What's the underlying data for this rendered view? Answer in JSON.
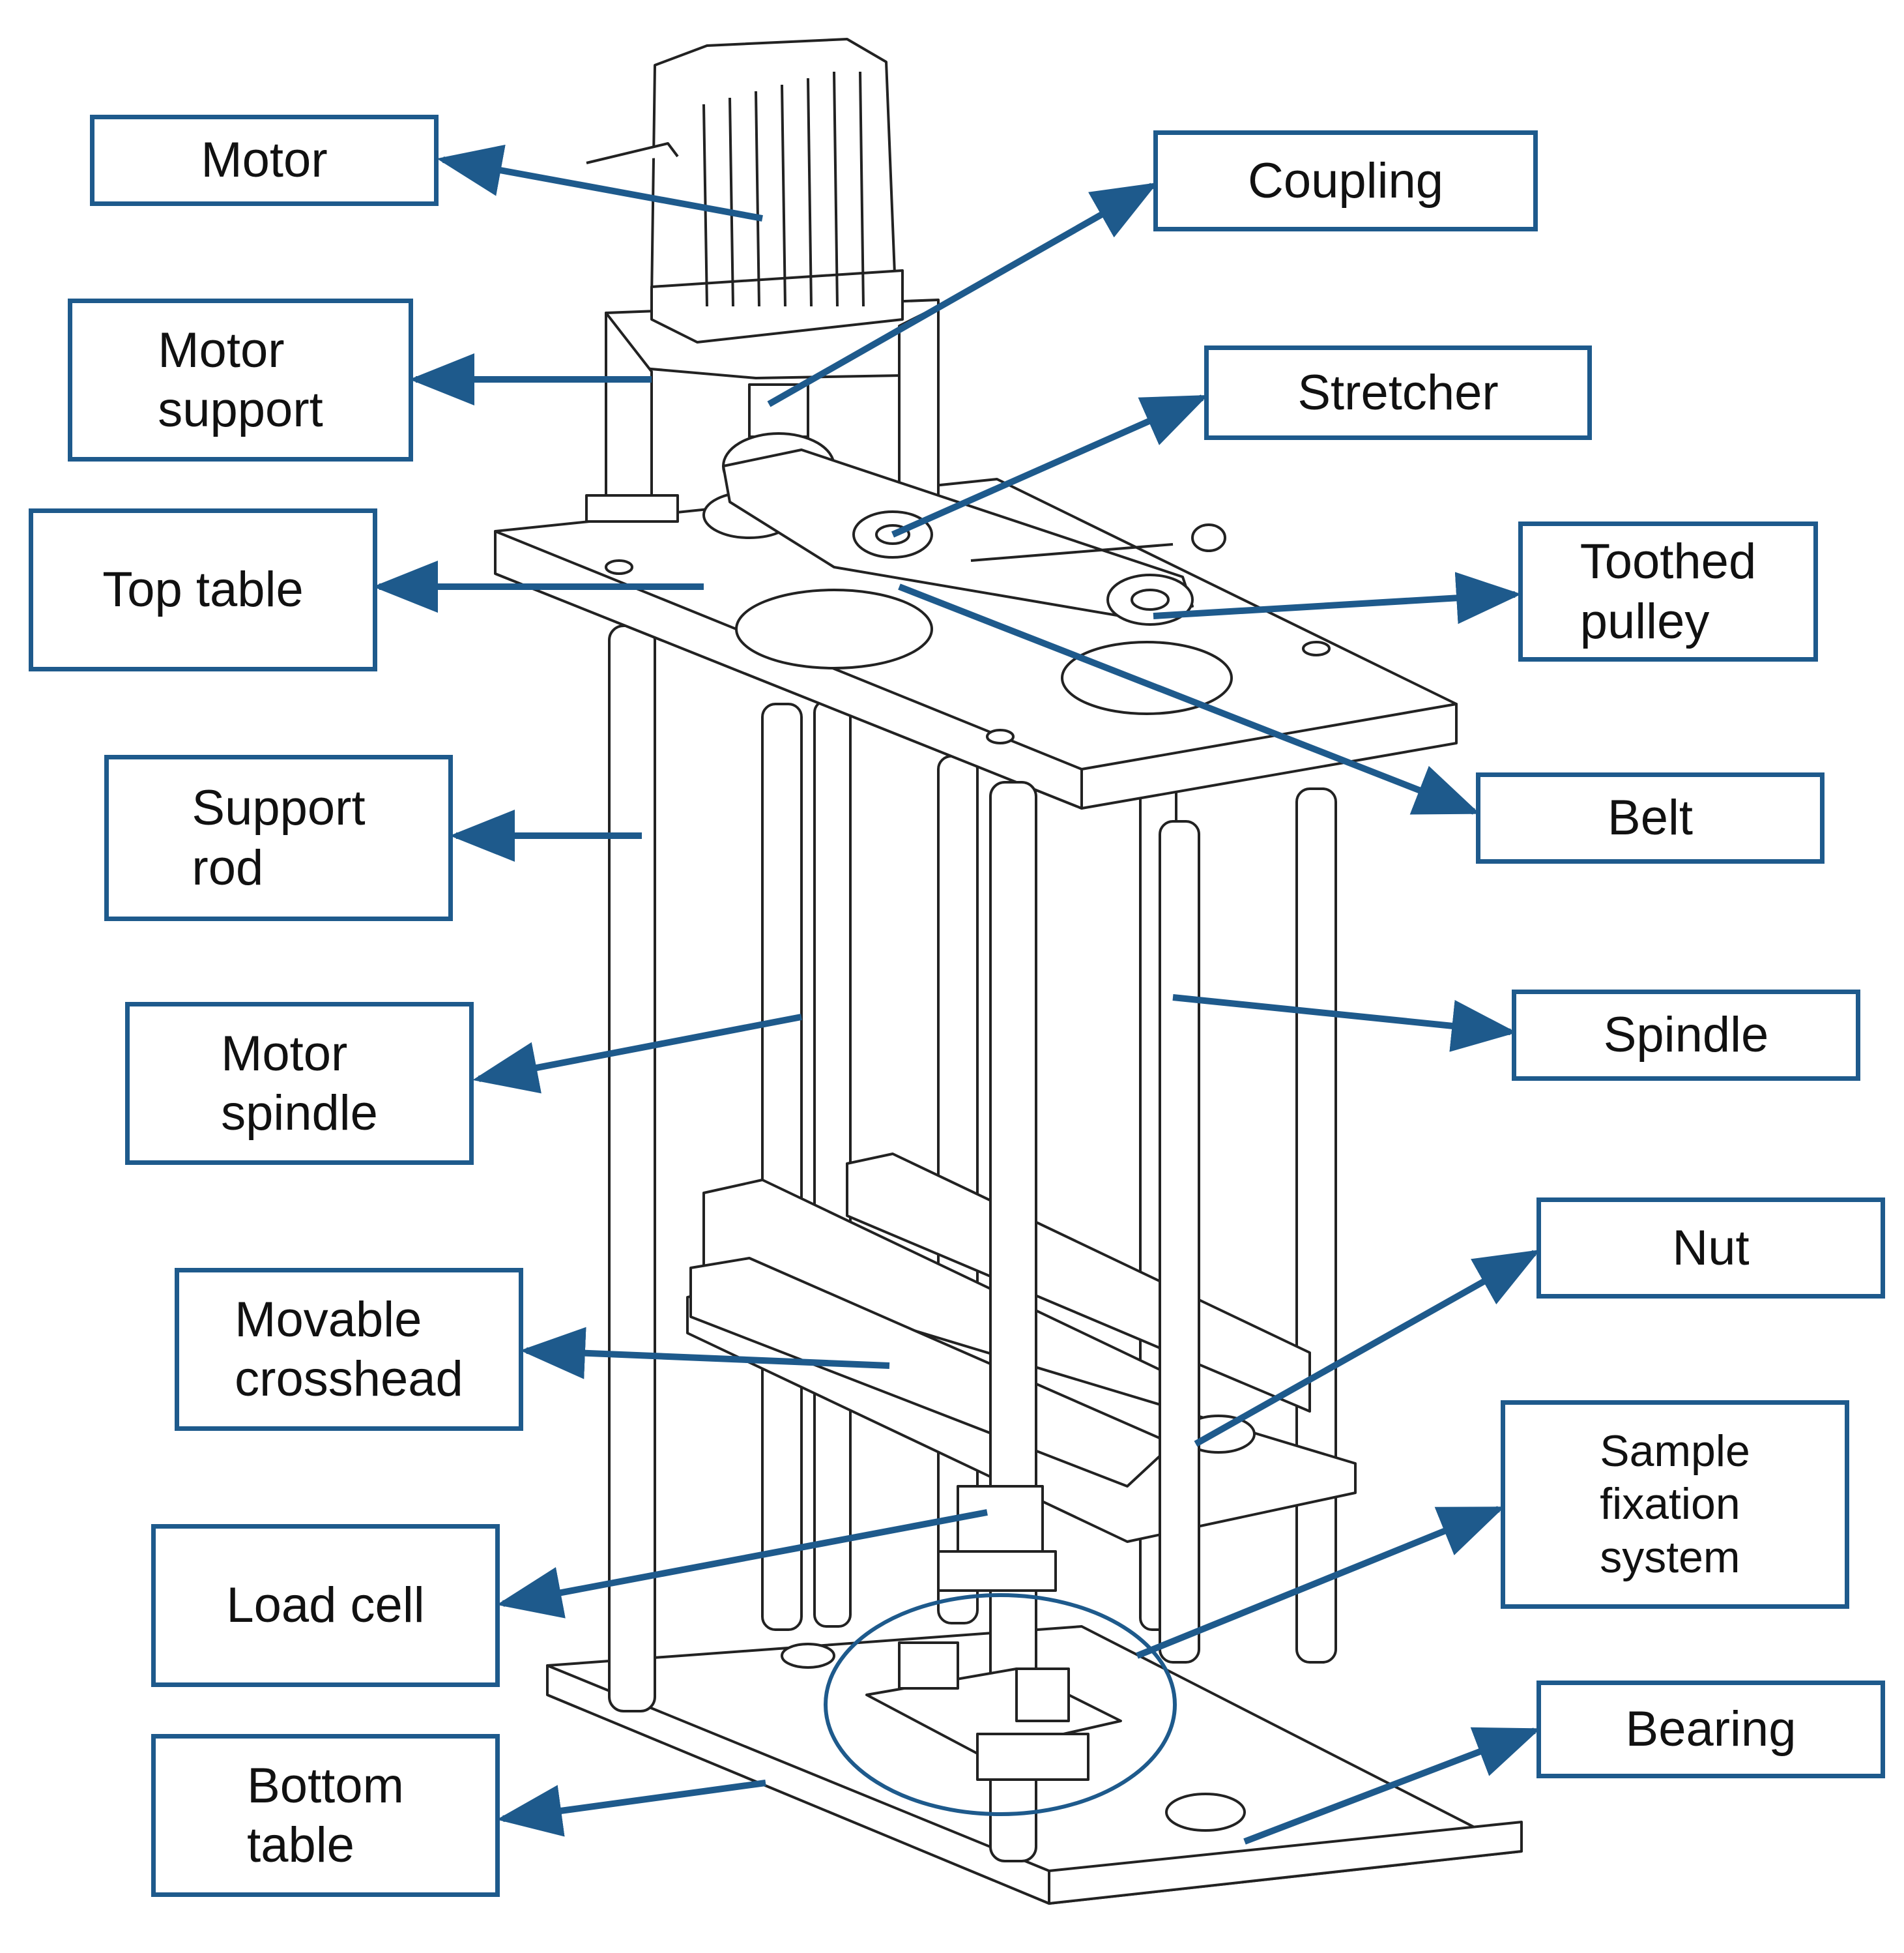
{
  "colors": {
    "accent": "#1e5a8c",
    "drawing_line": "#222222",
    "background": "#ffffff"
  },
  "labels": {
    "motor": "Motor",
    "motor_support": "Motor\nsupport",
    "top_table": "Top table",
    "support_rod": "Support\nrod",
    "motor_spindle": "Motor\nspindle",
    "movable_crosshead": "Movable\ncrosshead",
    "load_cell": "Load cell",
    "bottom_table": "Bottom\ntable",
    "coupling": "Coupling",
    "stretcher": "Stretcher",
    "toothed_pulley": "Toothed\npulley",
    "belt": "Belt",
    "spindle": "Spindle",
    "nut": "Nut",
    "sample_fixation_system": "Sample\nfixation\nsystem",
    "bearing": "Bearing"
  }
}
